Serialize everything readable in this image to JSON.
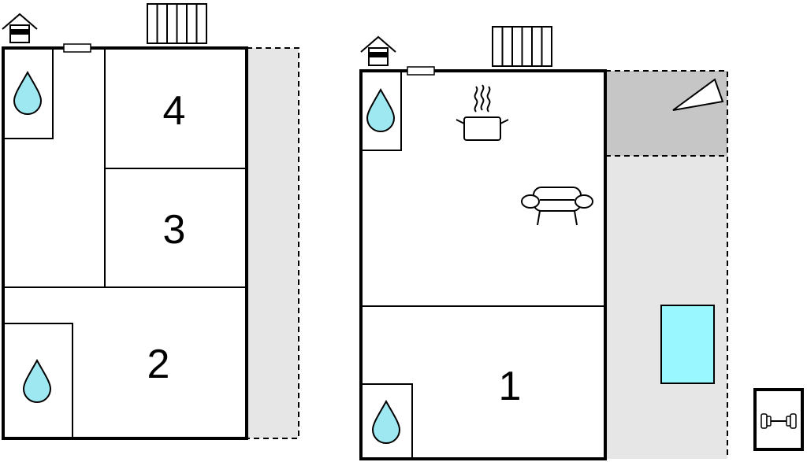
{
  "floor_plan": {
    "rooms": [
      {
        "number": "1"
      },
      {
        "number": "2"
      },
      {
        "number": "3"
      },
      {
        "number": "4"
      }
    ],
    "icons": {
      "house": "house-icon",
      "radiator": "radiator-icon",
      "window": "window-icon",
      "water": "water-drop-icon",
      "cooking": "cooking-pot-icon",
      "sofa": "sofa-icon",
      "tent": "tent-icon",
      "pool": "pool-icon",
      "fitness": "dumbbell-icon"
    },
    "colors": {
      "water": "#9ee8f2",
      "pool": "#99f8ff",
      "terrace": "#e6e6e6",
      "covered_terrace": "#c6c6c6",
      "walls": "#000000"
    }
  }
}
